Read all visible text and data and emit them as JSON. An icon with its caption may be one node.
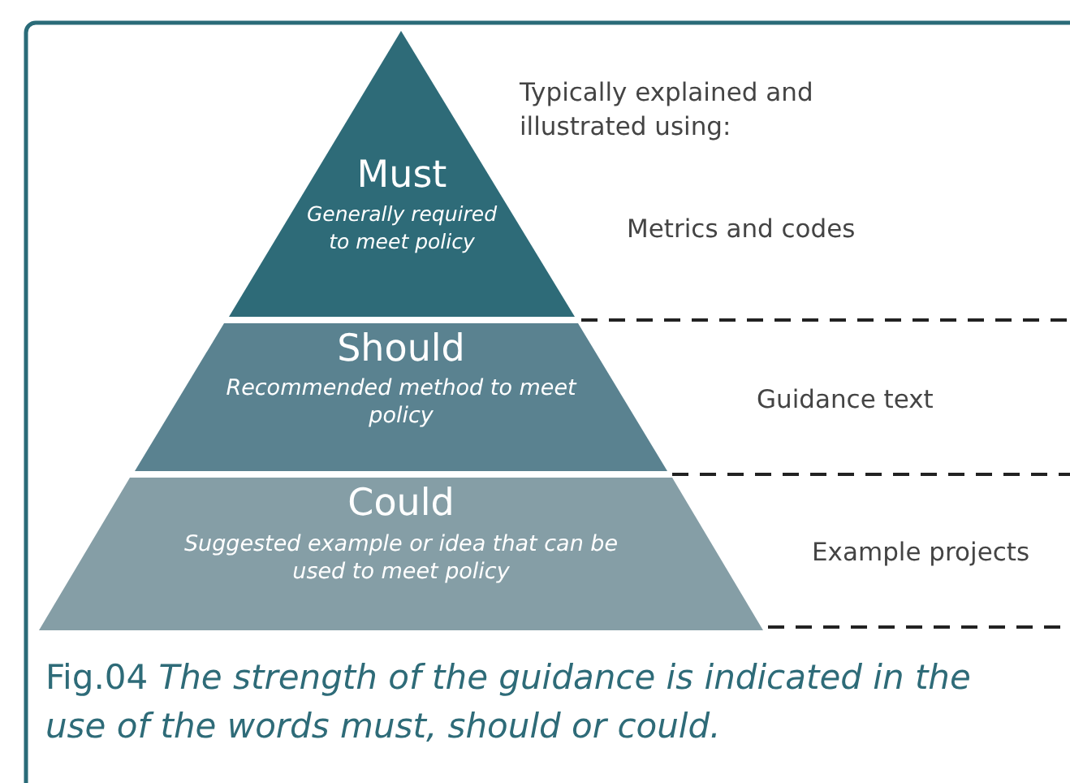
{
  "diagram": {
    "caption": "Fig.04  *The strength of the guidance is indicated in the use of the words must, should or could.*",
    "nodes": [
      {
        "text": [
          "Must",
          "Generally required to meet policy"
        ]
      },
      {
        "text": [
          "Should",
          "Recommended method to meet policy"
        ]
      },
      {
        "text": [
          "Could",
          "Suggested example or idea that can be used to meet policy"
        ]
      }
    ],
    "labels": [
      "Typically explained and illustrated using:",
      "Metrics and codes",
      "Guidance text",
      "Example projects"
    ]
  }
}
